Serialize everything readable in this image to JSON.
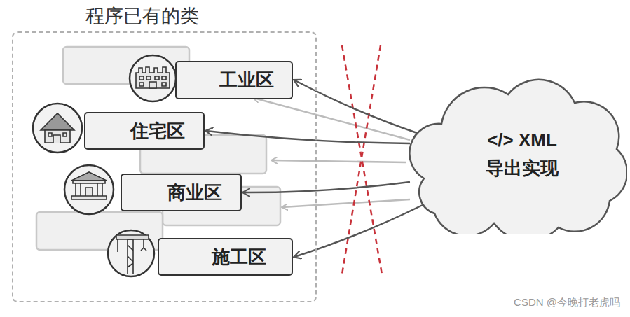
{
  "diagram": {
    "nodes": [
      {
        "text": [
          "程序已有的类"
        ]
      },
      {
        "text": [
          "工业区"
        ],
        "in": 0
      },
      {
        "text": [
          "住宅区"
        ],
        "in": 0
      },
      {
        "text": [
          "商业区"
        ],
        "in": 0
      },
      {
        "text": [
          "施工区"
        ],
        "in": 0
      },
      {
        "text": [
          "</> XML 导出实现"
        ]
      }
    ],
    "edges": [
      {
        "from": 5,
        "to": 1,
        "arrow": "to"
      },
      {
        "from": 5,
        "to": 2,
        "arrow": "to"
      },
      {
        "from": 5,
        "to": 3,
        "arrow": "to"
      },
      {
        "from": 5,
        "to": 4,
        "arrow": "to"
      }
    ],
    "labels": [
      "CSDN @今晚打老虎吗"
    ]
  }
}
